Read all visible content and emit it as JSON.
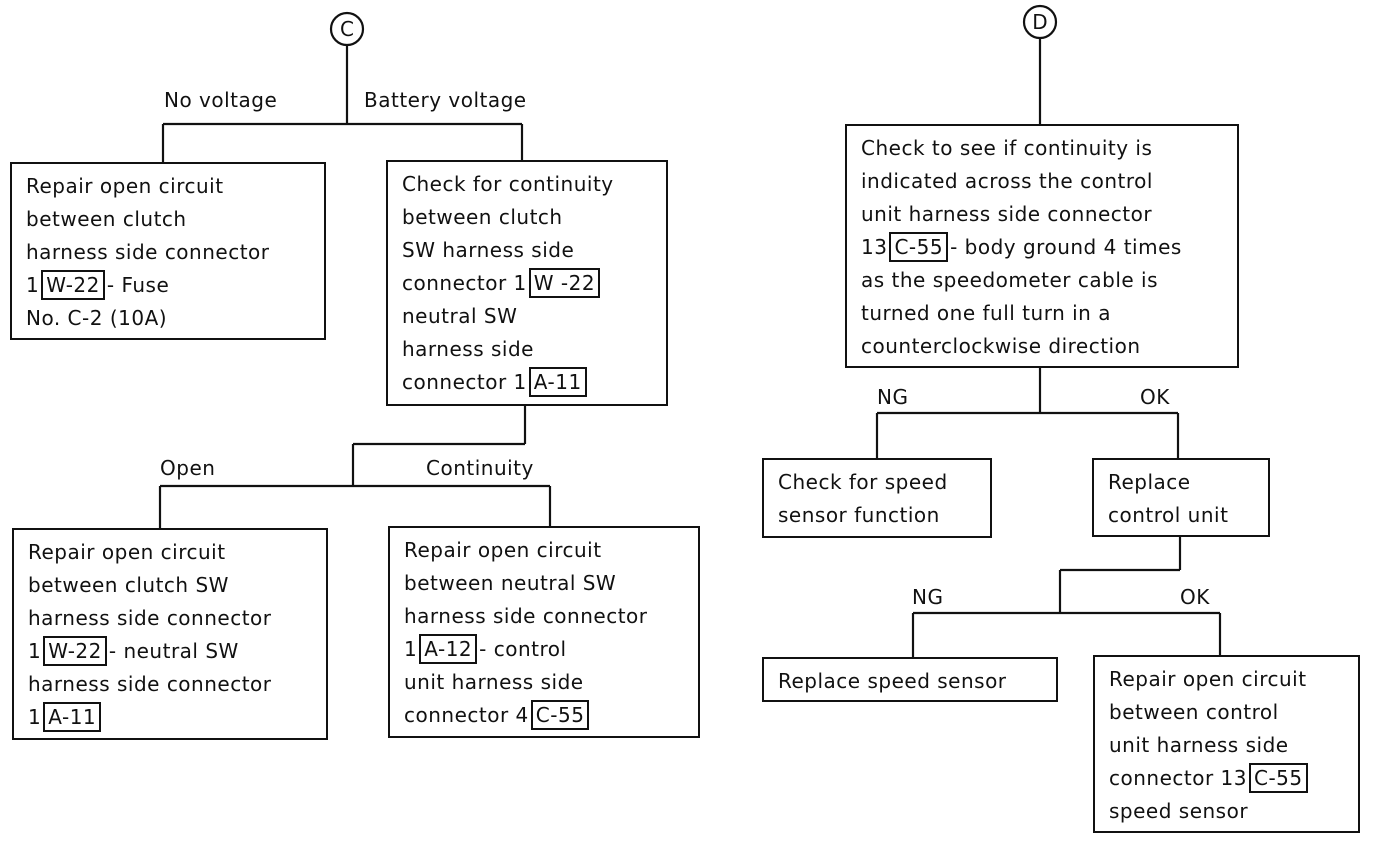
{
  "connectors": {
    "c": "C",
    "d": "D"
  },
  "labels": {
    "no_voltage": "No voltage",
    "battery_voltage": "Battery voltage",
    "open": "Open",
    "continuity": "Continuity",
    "ng_1": "NG",
    "ok_1": "OK",
    "ng_2": "NG",
    "ok_2": "OK"
  },
  "boxes": {
    "repair_fuse": {
      "l1": "Repair open circuit",
      "l2": "between clutch",
      "l3": "harness side connector",
      "l4_pre": "1",
      "l4_tag": "W-22",
      "l4_post": "- Fuse",
      "l5": "No. C-2 (10A)"
    },
    "check_continuity": {
      "l1": "Check for continuity",
      "l2": "between clutch",
      "l3": "SW harness side",
      "l4_pre": "connector 1",
      "l4_tag": "W -22",
      "l5": "neutral SW",
      "l6": "harness side",
      "l7_pre": "connector 1",
      "l7_tag": "A-11"
    },
    "repair_clutch_neutral": {
      "l1": "Repair open circuit",
      "l2": "between clutch SW",
      "l3": "harness side connector",
      "l4_pre": "1",
      "l4_tag": "W-22",
      "l4_post": "- neutral SW",
      "l5": "harness side connector",
      "l6_pre": "1",
      "l6_tag": "A-11"
    },
    "repair_neutral_control": {
      "l1": "Repair open circuit",
      "l2": "between neutral SW",
      "l3": "harness side connector",
      "l4_pre": "1",
      "l4_tag": "A-12",
      "l4_post": "- control",
      "l5": "unit harness side",
      "l6_pre": "connector 4",
      "l6_tag": "C-55"
    },
    "check_speedometer": {
      "l1": "Check to see if continuity is",
      "l2": "indicated across the control",
      "l3": "unit harness side connector",
      "l4_pre": "13",
      "l4_tag": "C-55",
      "l4_post": "- body ground 4 times",
      "l5": "as the speedometer cable is",
      "l6": "turned one full turn in a",
      "l7": "counterclockwise direction"
    },
    "check_speed_sensor": {
      "l1": "Check for speed",
      "l2": "sensor function"
    },
    "replace_control_unit": {
      "l1": "Replace",
      "l2": "control unit"
    },
    "replace_speed_sensor": {
      "l1": "Replace speed sensor"
    },
    "repair_control_sensor": {
      "l1": "Repair open circuit",
      "l2": "between control",
      "l3": "unit harness side",
      "l4_pre": "connector 13",
      "l4_tag": "C-55",
      "l5": "speed sensor"
    }
  }
}
